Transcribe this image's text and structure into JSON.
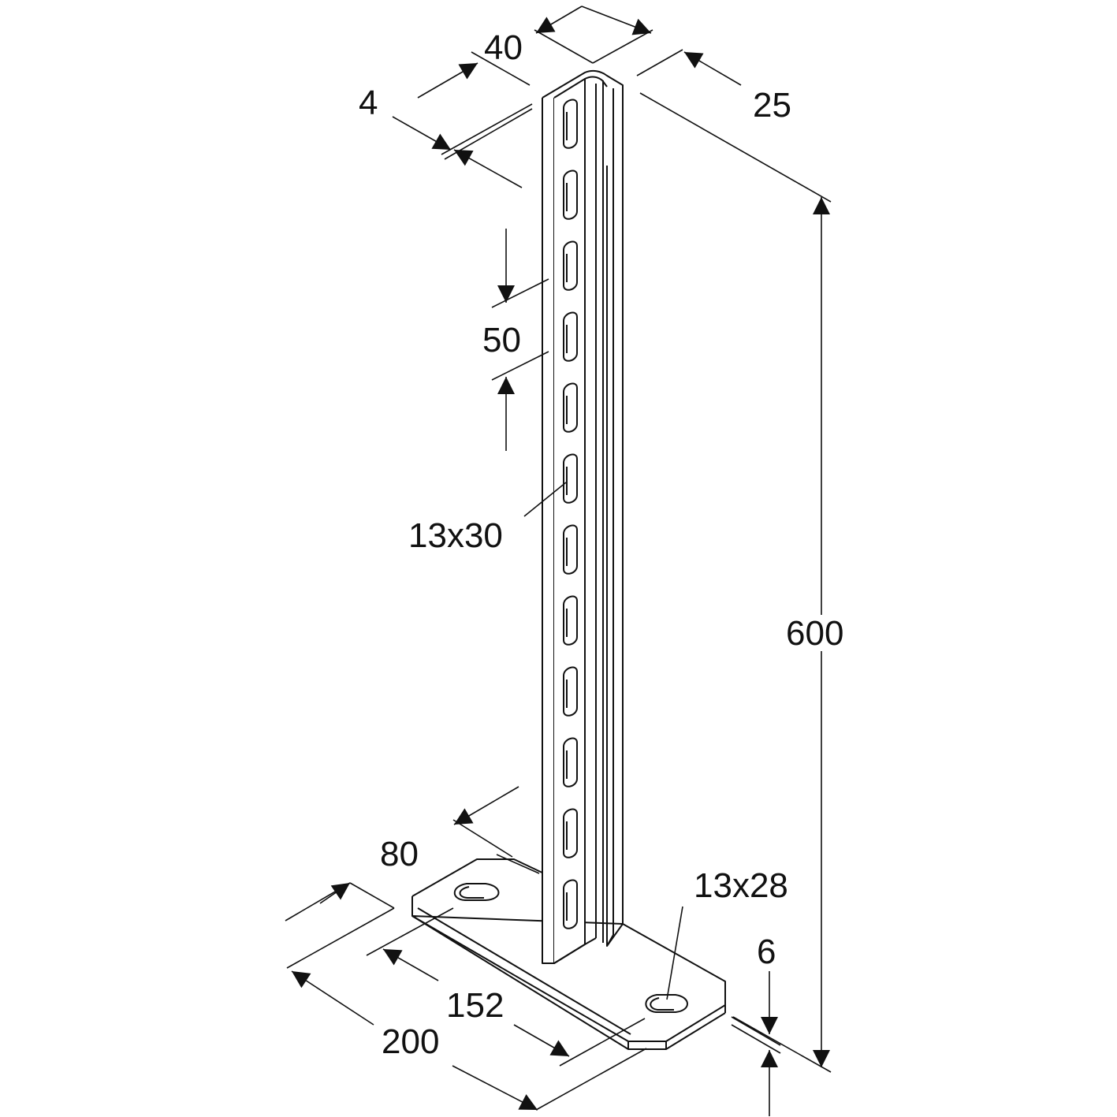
{
  "dimensions": {
    "profile_width": "40",
    "profile_depth": "25",
    "wall_thickness": "4",
    "hole_pitch": "50",
    "slot_size": "13x30",
    "height": "600",
    "flange_offset": "80",
    "base_slot_size": "13x28",
    "base_thickness": "6",
    "base_hole_spacing": "152",
    "base_length": "200"
  },
  "colors": {
    "line": "#111111",
    "background": "#ffffff"
  }
}
